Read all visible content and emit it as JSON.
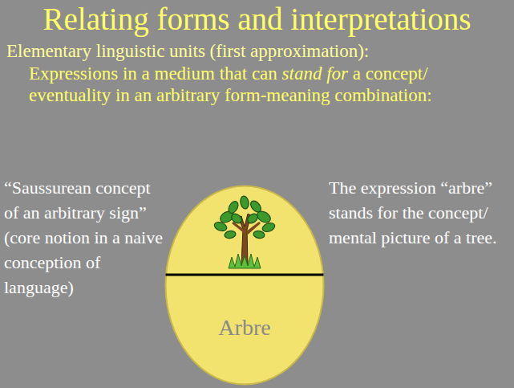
{
  "diagram": {
    "title": "Relating forms and interpretations",
    "nodes": [
      {
        "text": [
          "Arbre"
        ]
      }
    ],
    "labels": [
      "Elementary linguistic units (first approximation):",
      "Expressions in a medium that can",
      "stand for",
      "a concept/ eventuality in an arbitrary form-meaning combination:",
      "“Saussurean concept of an arbitrary sign” (core notion in a naive conception of language)",
      "The expression “arbre” stands for the concept/ mental picture of a tree."
    ]
  }
}
